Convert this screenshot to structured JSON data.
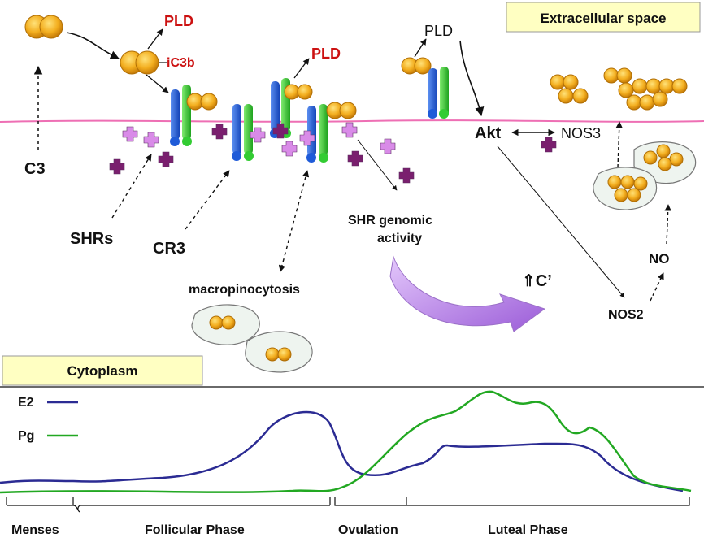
{
  "colors": {
    "membrane": "#ee6fb4",
    "particle": "#f0a81e",
    "receptor_blue": "#1f5bd8",
    "receptor_green": "#33cc33",
    "shr_light": "#d98be8",
    "shr_dark": "#7a1f6e",
    "box_fill": "#ffffc2",
    "red_label": "#cc1111",
    "e2_line": "#2b2b93",
    "pg_line": "#22a822",
    "arrow_purple": "#b884e8"
  },
  "labels": {
    "extracellular": "Extracellular space",
    "cytoplasm": "Cytoplasm",
    "pld_1": "PLD",
    "ic3b": "iC3b",
    "pld_2": "PLD",
    "pld_3": "PLD",
    "c3": "C3",
    "shrs": "SHRs",
    "cr3": "CR3",
    "macropinocytosis": "macropinocytosis",
    "shr_genomic_1": "SHR genomic",
    "shr_genomic_2": "activity",
    "c_prime": "⇑C’",
    "akt": "Akt",
    "nos3": "NOS3",
    "nos2": "NOS2",
    "no": "NO"
  },
  "legend": {
    "e2": "E2",
    "pg": "Pg"
  },
  "phases": {
    "menses": "Menses",
    "follicular": "Follicular Phase",
    "ovulation": "Ovulation",
    "luteal": "Luteal Phase"
  },
  "icons": [
    "complement-particle",
    "receptor",
    "shr-cross",
    "cell-vesicle"
  ]
}
